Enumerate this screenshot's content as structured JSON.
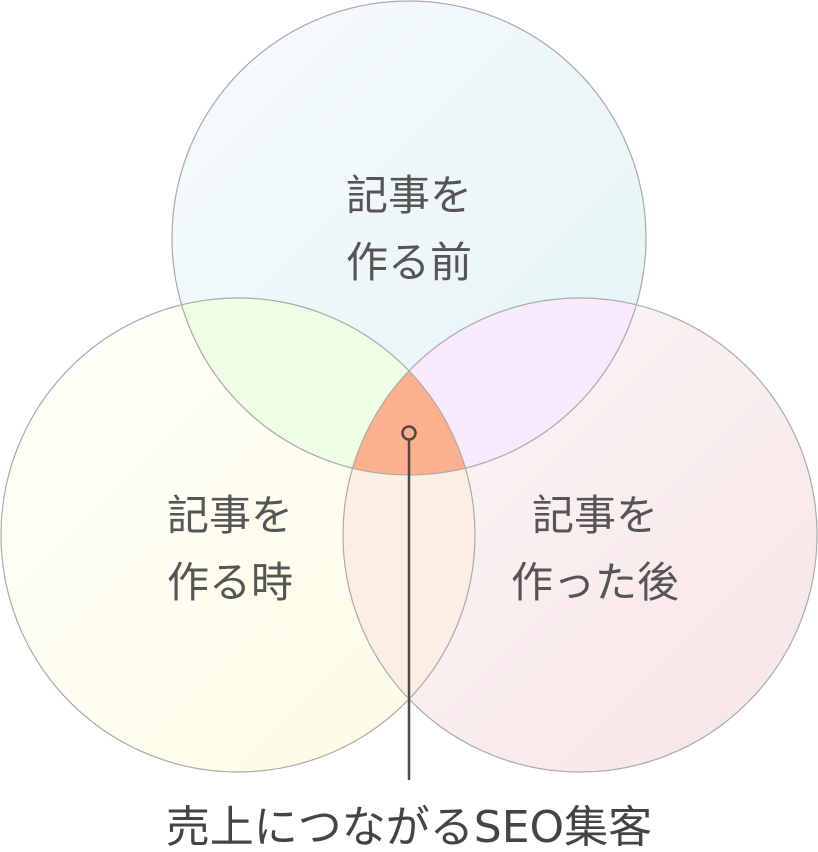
{
  "diagram": {
    "type": "venn-3",
    "sets": [
      {
        "id": "before",
        "lines": [
          "記事を",
          "作る前"
        ],
        "color": "#e8f5f7"
      },
      {
        "id": "during",
        "lines": [
          "記事を",
          "作る時"
        ],
        "color": "#fefdec"
      },
      {
        "id": "after",
        "lines": [
          "記事を",
          "作った後"
        ],
        "color": "#f9eaec"
      }
    ],
    "overlaps": {
      "before_during": "#eefde4",
      "before_after": "#f8e9fd",
      "during_after": "#fdeee3",
      "all": "#fdb08e"
    },
    "caption": "売上につながるSEO集客"
  }
}
